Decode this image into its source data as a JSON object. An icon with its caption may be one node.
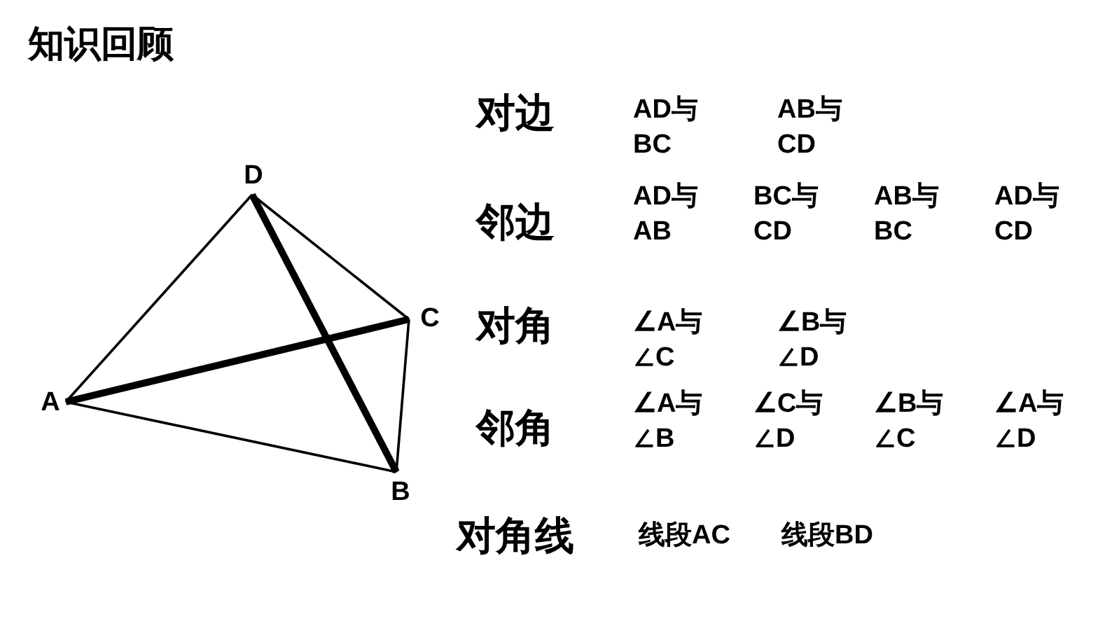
{
  "diagram": {
    "title": "知识回顾",
    "nodes": [
      {
        "text": [
          "D"
        ]
      },
      {
        "text": [
          "C"
        ]
      },
      {
        "text": [
          "A"
        ]
      },
      {
        "text": [
          "B"
        ]
      }
    ],
    "edges": [
      {
        "from": 2,
        "to": 3,
        "arrow": "none"
      },
      {
        "from": 3,
        "to": 1,
        "arrow": "none"
      },
      {
        "from": 1,
        "to": 0,
        "arrow": "none"
      },
      {
        "from": 0,
        "to": 2,
        "arrow": "none"
      },
      {
        "from": 2,
        "to": 1,
        "arrow": "none",
        "style": "thick"
      },
      {
        "from": 0,
        "to": 3,
        "arrow": "none",
        "style": "thick"
      }
    ],
    "labels": [
      "对边",
      "AD与BC",
      "AB与CD",
      "邻边",
      "AD与AB",
      "BC与CD",
      "AB与BC",
      "AD与CD",
      "对角",
      "∠A与∠C",
      "∠B与∠D",
      "邻角",
      "∠A与∠B",
      "∠C与∠D",
      "∠B与∠C",
      "∠A与∠D",
      "对角线",
      "线段AC",
      "线段BD"
    ]
  }
}
